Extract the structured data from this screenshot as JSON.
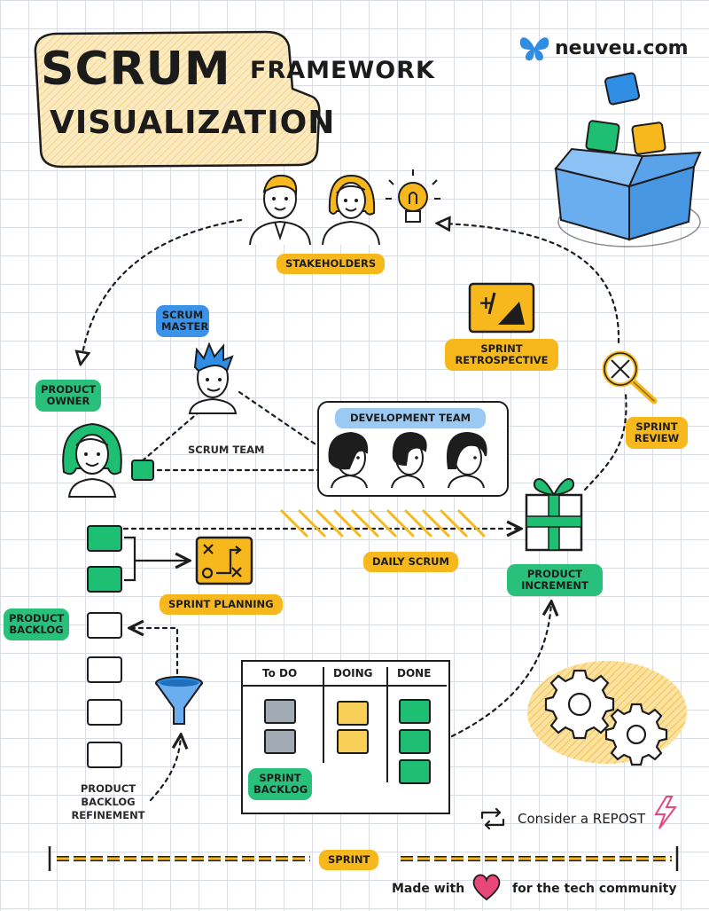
{
  "title": {
    "line1": "SCRUM",
    "line1b": "FRAMEWORK",
    "line2": "VISUALIZATION"
  },
  "brand": {
    "domain": "neuveu.com",
    "logo_icon": "butterfly-icon"
  },
  "labels": {
    "stakeholders": "STAKEHOLDERS",
    "scrum_master": "SCRUM MASTER",
    "product_owner": "PRODUCT OWNER",
    "scrum_team": "SCRUM TEAM",
    "development_team": "DEVELOPMENT TEAM",
    "sprint_retrospective": "SPRINT RETROSPECTIVE",
    "sprint_review": "SPRINT REVIEW",
    "daily_scrum": "DAILY SCRUM",
    "product_increment": "PRODUCT INCREMENT",
    "sprint_planning": "SPRINT PLANNING",
    "product_backlog": "PRODUCT BACKLOG",
    "product_backlog_refinement": "PRODUCT BACKLOG REFINEMENT",
    "sprint_backlog": "SPRINT BACKLOG",
    "sprint": "SPRINT"
  },
  "board": {
    "columns": [
      "To DO",
      "DOING",
      "DONE"
    ]
  },
  "footer": {
    "repost": "Consider a REPOST",
    "made_with": "Made with",
    "tech_community": "for the tech community"
  },
  "colors": {
    "yellow": "#f6b81c",
    "green": "#1fbf73",
    "blue": "#3a93e8",
    "gray": "#a2aab4",
    "pink": "#e8477a"
  }
}
